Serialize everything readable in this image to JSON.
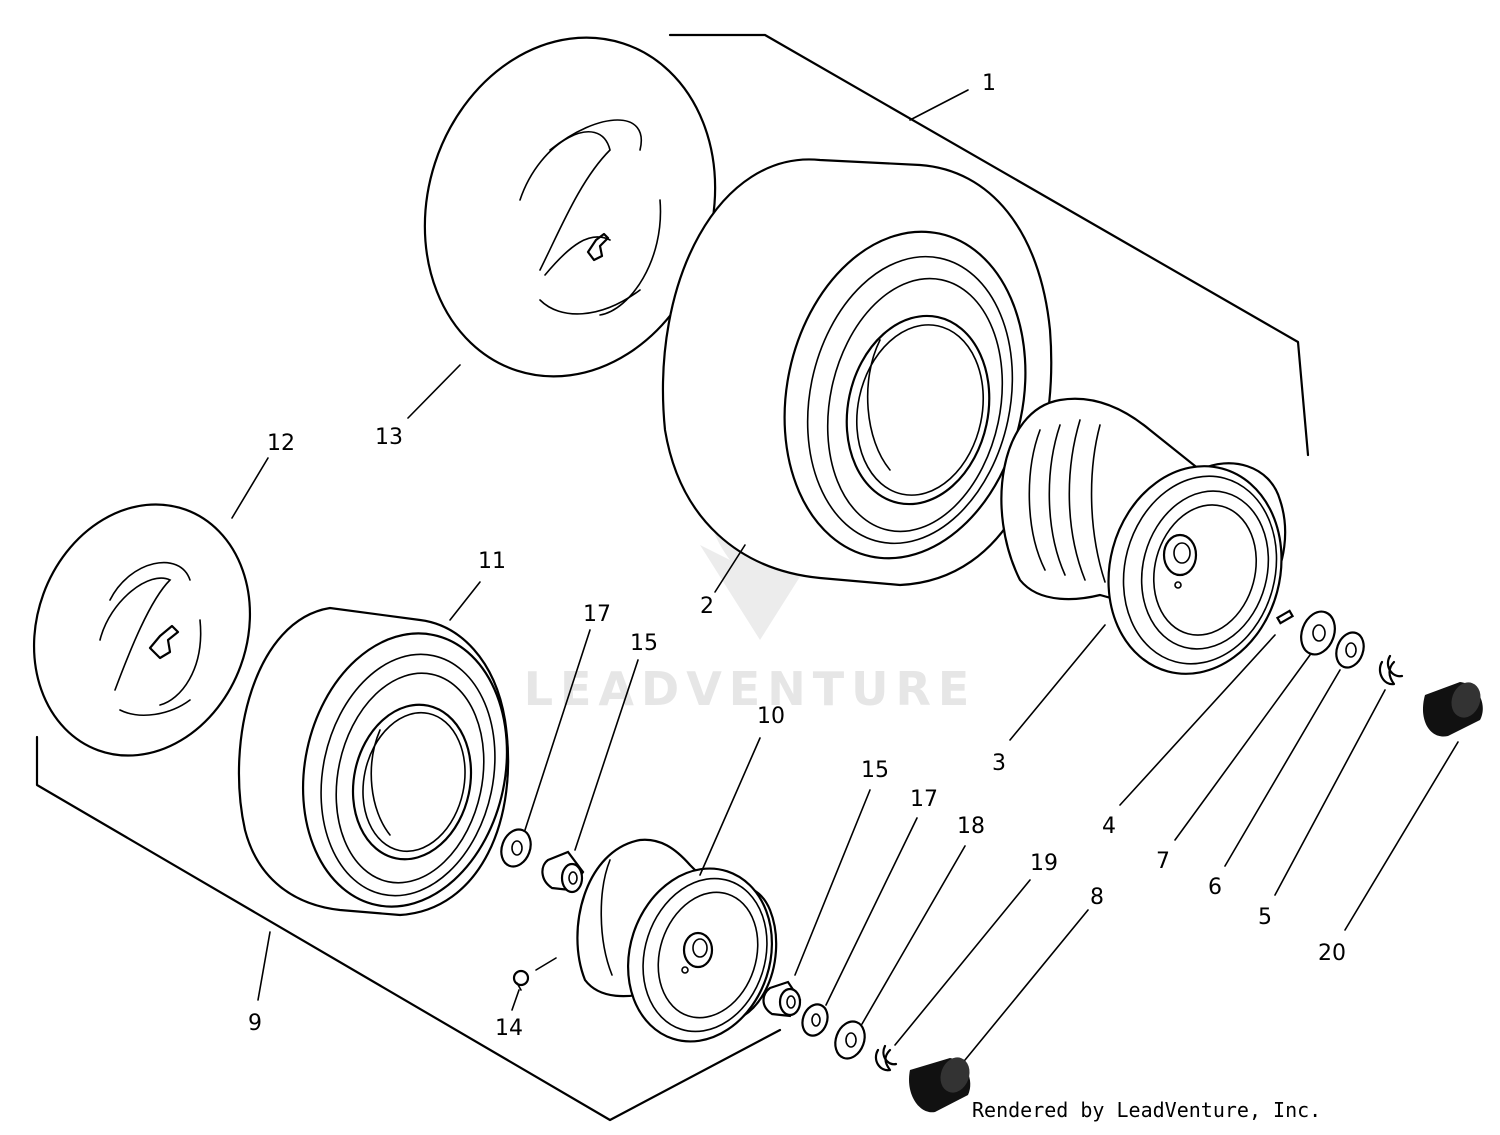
{
  "watermark": {
    "text": "LEADVENTURE"
  },
  "credit": "Rendered by LeadVenture, Inc.",
  "callouts": [
    {
      "id": "1",
      "label": "1"
    },
    {
      "id": "2",
      "label": "2"
    },
    {
      "id": "3",
      "label": "3"
    },
    {
      "id": "4",
      "label": "4"
    },
    {
      "id": "5",
      "label": "5"
    },
    {
      "id": "6",
      "label": "6"
    },
    {
      "id": "7",
      "label": "7"
    },
    {
      "id": "8",
      "label": "8"
    },
    {
      "id": "9",
      "label": "9"
    },
    {
      "id": "10",
      "label": "10"
    },
    {
      "id": "11",
      "label": "11"
    },
    {
      "id": "12",
      "label": "12"
    },
    {
      "id": "13",
      "label": "13"
    },
    {
      "id": "14",
      "label": "14"
    },
    {
      "id": "15a",
      "label": "15"
    },
    {
      "id": "15b",
      "label": "15"
    },
    {
      "id": "17a",
      "label": "17"
    },
    {
      "id": "17b",
      "label": "17"
    },
    {
      "id": "18",
      "label": "18"
    },
    {
      "id": "19",
      "label": "19"
    },
    {
      "id": "20",
      "label": "20"
    }
  ],
  "colors": {
    "line": "#000000",
    "watermark": "#e6e6e6",
    "background": "#ffffff"
  }
}
